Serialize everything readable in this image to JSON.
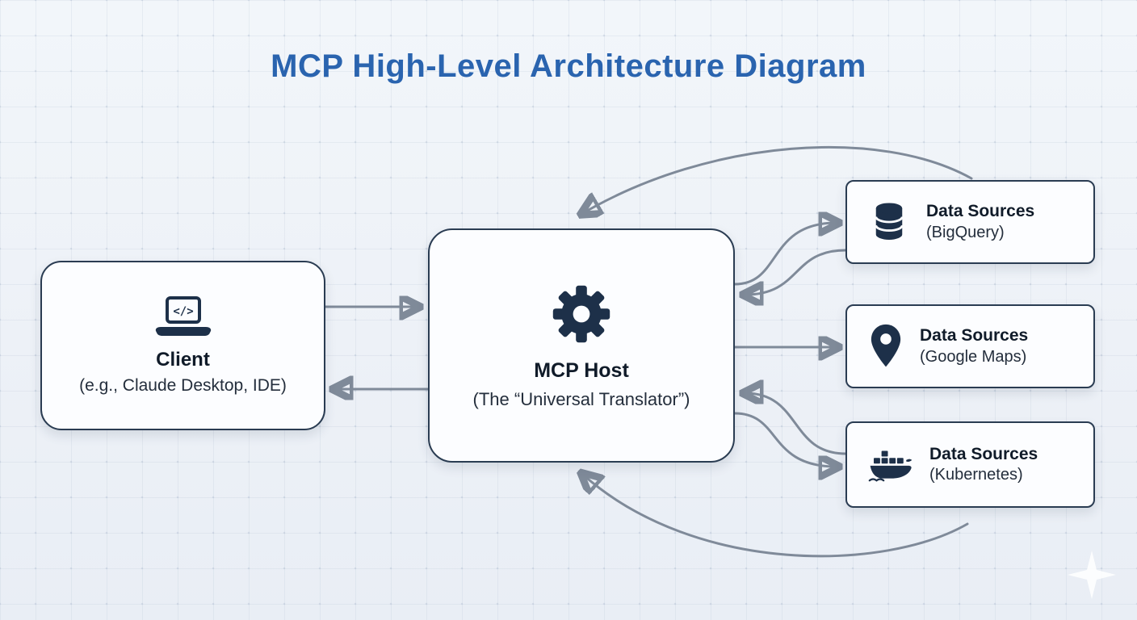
{
  "title": "MCP High-Level Architecture Diagram",
  "nodes": {
    "client": {
      "label": "Client",
      "sublabel": "(e.g., Claude Desktop, IDE)",
      "icon": "laptop-code-icon",
      "code_glyph": "</>"
    },
    "host": {
      "label": "MCP Host",
      "sublabel": "(The “Universal Translator”)",
      "icon": "gear-icon"
    },
    "ds_bigquery": {
      "label": "Data Sources",
      "sublabel": "(BigQuery)",
      "icon": "database-icon"
    },
    "ds_googlemaps": {
      "label": "Data Sources",
      "sublabel": "(Google Maps)",
      "icon": "map-pin-icon"
    },
    "ds_kubernetes": {
      "label": "Data Sources",
      "sublabel": "(Kubernetes)",
      "icon": "docker-icon"
    }
  },
  "colors": {
    "title": "#2a64af",
    "node_border": "#2a3c52",
    "node_fill": "#fcfdff",
    "icon": "#1d3049",
    "arrow": "#7f8a99",
    "background": "#eef2f8"
  }
}
